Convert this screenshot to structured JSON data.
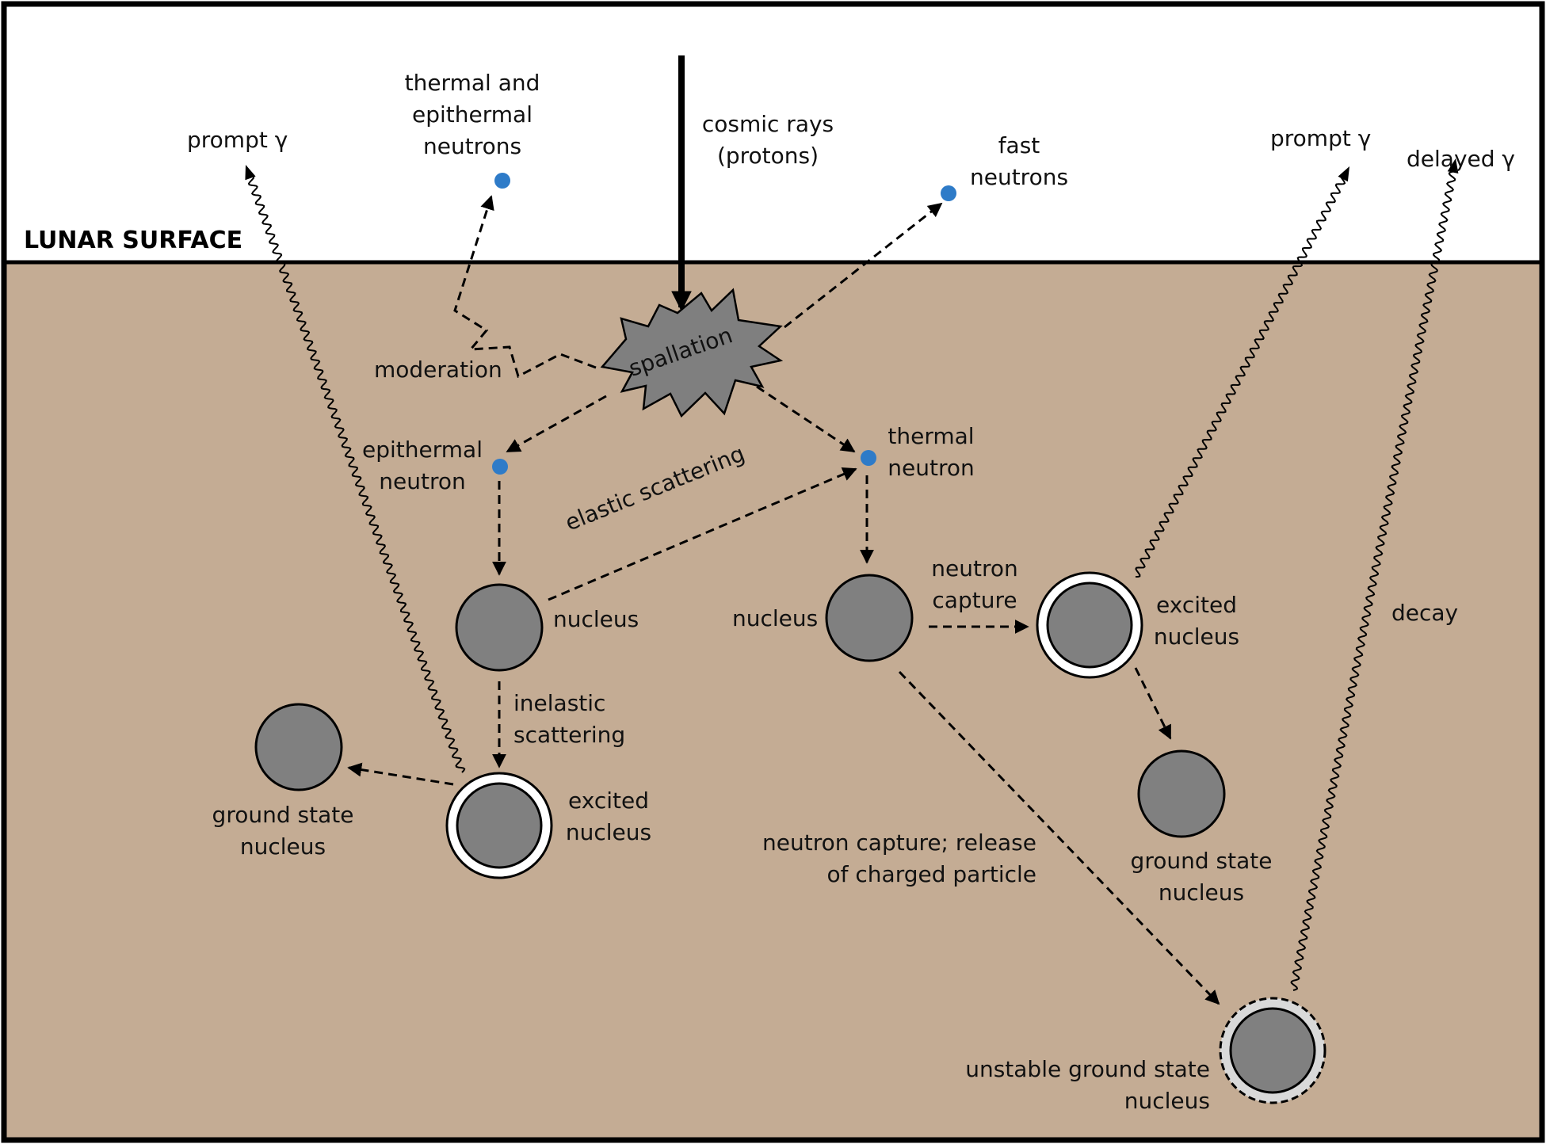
{
  "colors": {
    "sky": "#ffffff",
    "soil": "#c4ac94",
    "nucleus_fill": "#808080",
    "neutron": "#2e7bc8",
    "spallation_fill": "#7f7f7f",
    "line": "#000000"
  },
  "surface_label": "LUNAR SURFACE",
  "labels": {
    "cosmic_rays": [
      "cosmic rays",
      "(protons)"
    ],
    "thermal_epithermal": [
      "thermal and",
      "epithermal",
      "neutrons"
    ],
    "fast_neutrons": [
      "fast",
      "neutrons"
    ],
    "prompt_gamma_left": "prompt γ",
    "prompt_gamma_right": "prompt γ",
    "delayed_gamma": "delayed γ",
    "spallation": "spallation",
    "moderation": "moderation",
    "epithermal_neutron": [
      "epithermal",
      "neutron"
    ],
    "thermal_neutron": [
      "thermal",
      "neutron"
    ],
    "elastic_scattering": "elastic scattering",
    "nucleus_left": "nucleus",
    "nucleus_right": "nucleus",
    "inelastic_scattering": [
      "inelastic",
      "scattering"
    ],
    "excited_nucleus_left": [
      "excited",
      "nucleus"
    ],
    "ground_state_left": [
      "ground state",
      "nucleus"
    ],
    "neutron_capture": [
      "neutron",
      "capture"
    ],
    "excited_nucleus_right": [
      "excited",
      "nucleus"
    ],
    "ground_state_right": [
      "ground state",
      "nucleus"
    ],
    "decay": "decay",
    "capture_release": [
      "neutron capture; release",
      "of charged particle"
    ],
    "unstable_ground": [
      "unstable ground state",
      "nucleus"
    ]
  }
}
